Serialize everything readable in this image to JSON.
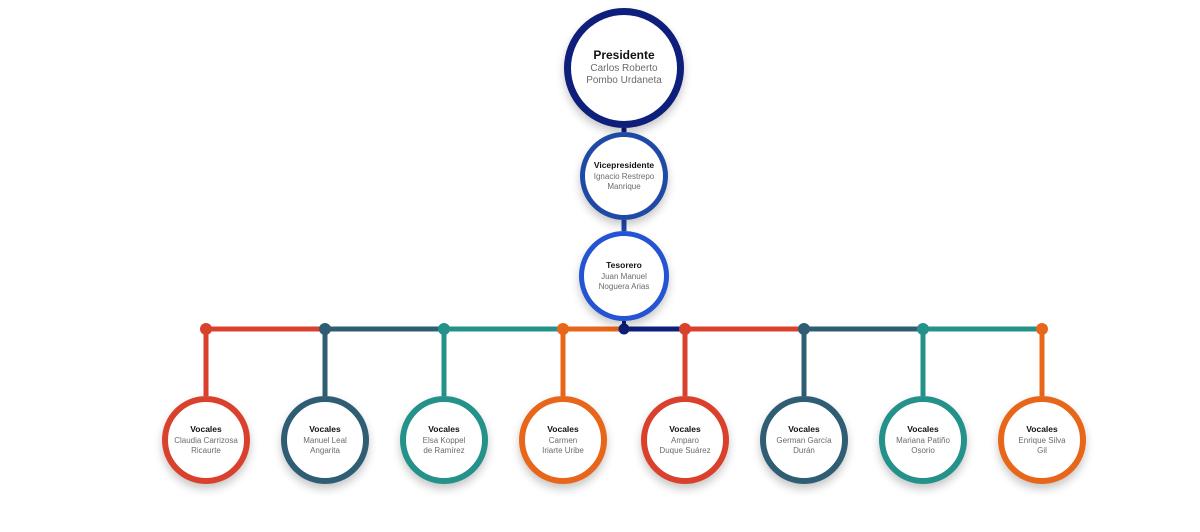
{
  "president": {
    "role": "Presidente",
    "name": "Carlos Roberto\nPombo Urdaneta",
    "color": "#0d1f7a"
  },
  "vicepresident": {
    "role": "Vicepresidente",
    "name": "Ignacio Restrepo\nManrique",
    "color": "#1e4aa6"
  },
  "treasurer": {
    "role": "Tesorero",
    "name": "Juan Manuel\nNoguera Arias",
    "color": "#2454d4"
  },
  "vocales": [
    {
      "role": "Vocales",
      "name": "Claudia Carrizosa\nRicaurte",
      "color": "#d9412c"
    },
    {
      "role": "Vocales",
      "name": "Manuel Leal\nAngarita",
      "color": "#2f5d73"
    },
    {
      "role": "Vocales",
      "name": "Elsa Koppel\nde Ramírez",
      "color": "#24918a"
    },
    {
      "role": "Vocales",
      "name": "Carmen\nIriarte Uribe",
      "color": "#e8661a"
    },
    {
      "role": "Vocales",
      "name": "Amparo\nDuque Suárez",
      "color": "#d9412c"
    },
    {
      "role": "Vocales",
      "name": "German García\nDurán",
      "color": "#2f5d73"
    },
    {
      "role": "Vocales",
      "name": "Mariana Patiño\nOsorio",
      "color": "#24918a"
    },
    {
      "role": "Vocales",
      "name": "Enrique Silva\nGil",
      "color": "#e8661a"
    }
  ],
  "connector_colors": {
    "hub": "#0d1f7a"
  }
}
